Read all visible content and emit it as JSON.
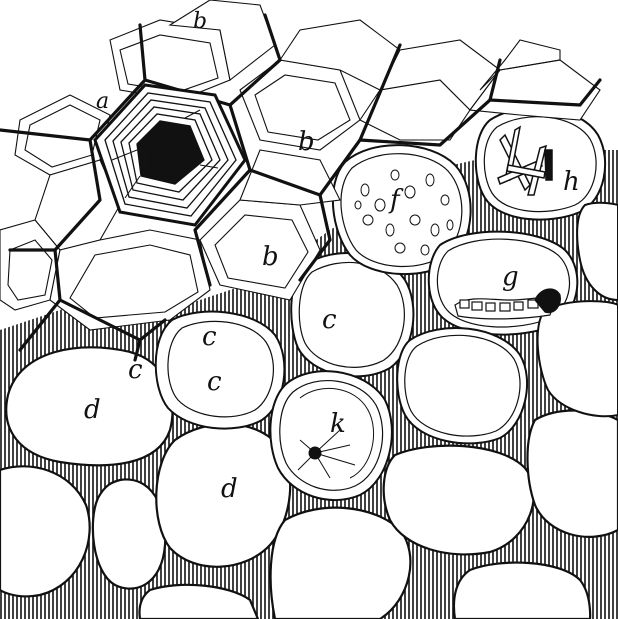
{
  "figure": {
    "labels": {
      "a": "a",
      "b_top": "b",
      "b_mid": "b",
      "b_low": "b",
      "c_left": "c",
      "c_cell1": "c",
      "c_cell2": "c",
      "c_right": "c",
      "d_left": "d",
      "d_center": "d",
      "f": "f",
      "g": "g",
      "h": "h",
      "k": "k"
    }
  },
  "colors": {
    "ink": "#111111",
    "paper": "#ffffff"
  }
}
